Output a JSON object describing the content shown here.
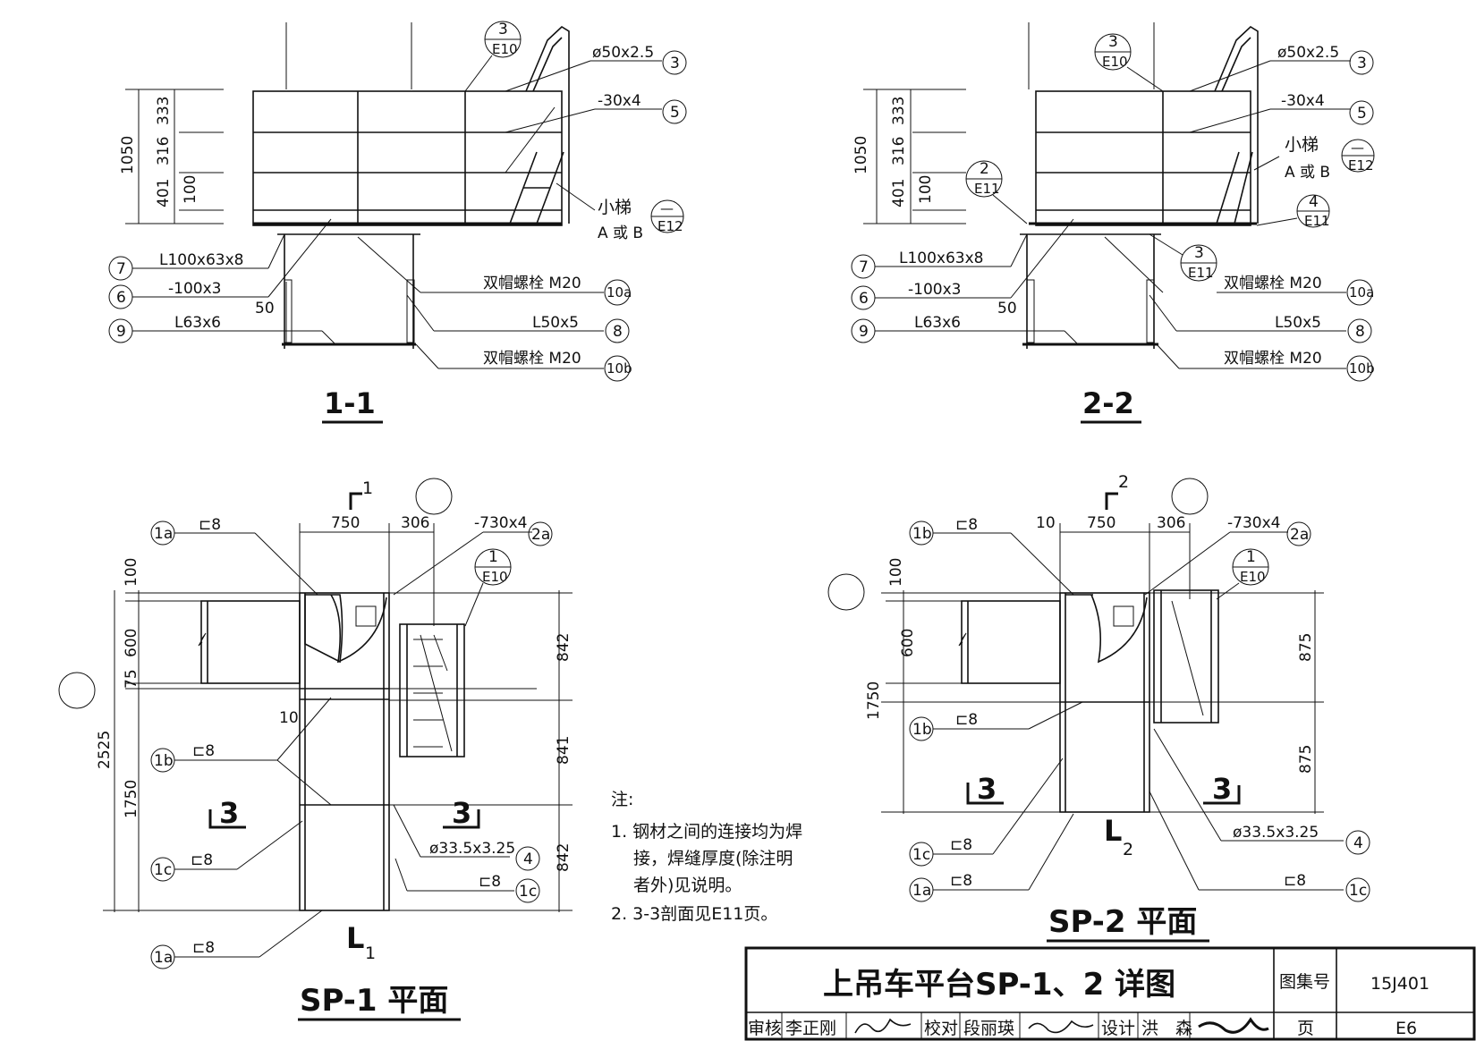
{
  "sheet": {
    "atlas_label": "图集号",
    "atlas_no": "15J401",
    "page_label": "页",
    "page_no": "E6",
    "title": "上吊车平台SP-1、2 详图",
    "review_label": "审核",
    "reviewer": "李正刚",
    "check_label": "校对",
    "checker": "段丽瑛",
    "design_label": "设计",
    "designer": "洪　森"
  },
  "sections": {
    "s1_title": "1-1",
    "s2_title": "2-2",
    "dim_total": "1050",
    "dim_333": "333",
    "dim_316": "316",
    "dim_401": "401",
    "dim_100": "100",
    "dim_50": "50",
    "pipe": "ø50x2.5",
    "flat": "-30x4",
    "ladder": "小梯",
    "ladder_ab": "A 或 B",
    "angle_big": "L100x63x8",
    "plate": "-100x3",
    "angle_63": "L63x6",
    "bolt": "双帽螺栓 M20",
    "angle_50": "L50x5"
  },
  "plans": {
    "sp1_title": "SP-1 平面",
    "sp2_title": "SP-2 平面",
    "channel": "⊏8",
    "plate_730": "-730x4",
    "pipe_335": "ø33.5x3.25",
    "dim_750": "750",
    "dim_306": "306",
    "dim_100": "100",
    "dim_600": "600",
    "dim_75": "75",
    "dim_2525": "2525",
    "dim_1750": "1750",
    "dim_842": "842",
    "dim_841": "841",
    "dim_875": "875",
    "dim_10": "10",
    "cut1": "1",
    "cut2": "2",
    "cut3": "3",
    "l1": "L",
    "l1sub": "1",
    "l2sub": "2"
  },
  "refs": {
    "n1a": "1a",
    "n1b": "1b",
    "n1c": "1c",
    "n2a": "2a",
    "n3": "3",
    "n4": "4",
    "n5": "5",
    "n6": "6",
    "n7": "7",
    "n8": "8",
    "n9": "9",
    "n10a": "10a",
    "n10b": "10b",
    "d3": "3",
    "d2": "2",
    "d1": "1",
    "d4": "4",
    "dash": "—",
    "e10": "E10",
    "e11": "E11",
    "e12": "E12"
  },
  "notes": {
    "head": "注:",
    "l1a": "1. 钢材之间的连接均为焊",
    "l1b": "接，焊缝厚度(除注明",
    "l1c": "者外)见说明。",
    "l2": "2. 3-3剖面见E11页。"
  }
}
